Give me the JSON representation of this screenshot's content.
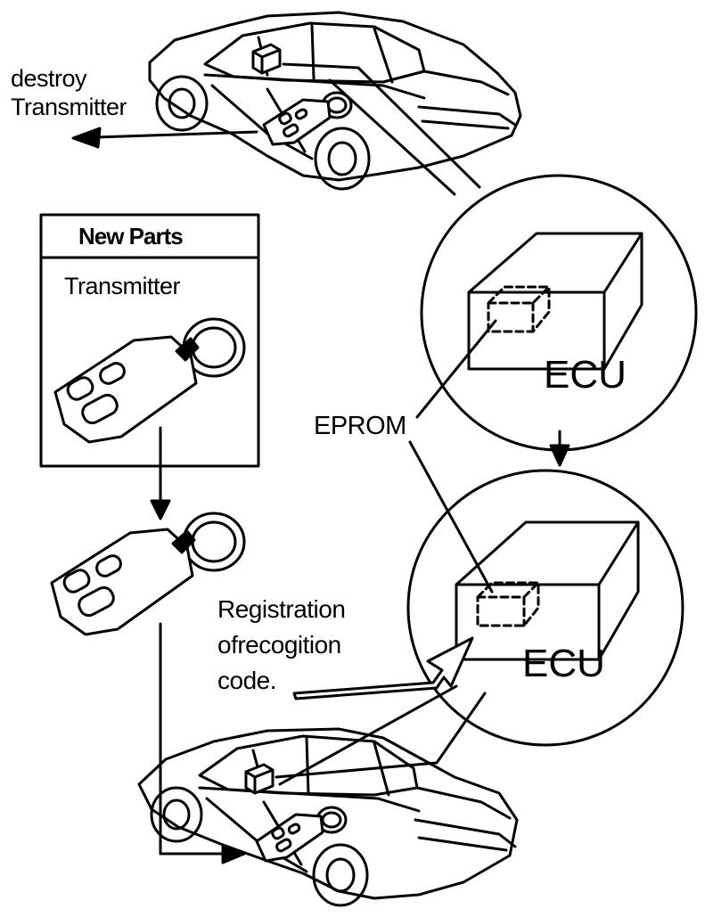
{
  "labels": {
    "destroy_line1": "destroy",
    "destroy_line2": "Transmitter",
    "new_parts": "New Parts",
    "transmitter": "Transmitter",
    "ecu_top": "ECU",
    "eprom": "EPROM",
    "registration_line1": "Registration",
    "registration_line2": "ofrecogition",
    "registration_line3": "code.",
    "ecu_bottom": "ECU"
  },
  "colors": {
    "ink": "#000000",
    "paper": "#ffffff"
  },
  "icons": [
    "car-top-illustration",
    "car-bottom-illustration",
    "key-fob-icon",
    "ecu-box-icon",
    "eprom-chip-icon",
    "flow-arrow"
  ]
}
